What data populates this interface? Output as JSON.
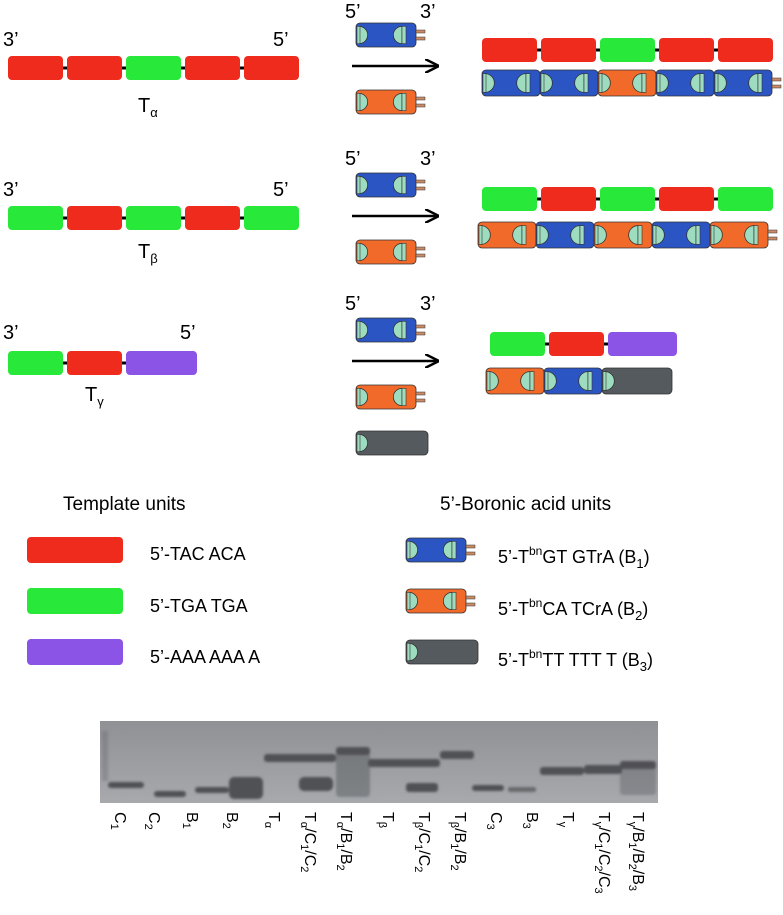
{
  "colors": {
    "red": "#ef2b1d",
    "green": "#28e83a",
    "purple": "#8b53e6",
    "blue": "#2c55c4",
    "orange": "#f26a2a",
    "dark": "#555a5f",
    "cap": "#9edcbf",
    "pin": "#c98a66",
    "gel_bg": "#9c9ea2",
    "band": "#5b5d61"
  },
  "templates": [
    {
      "id": "alpha",
      "prime3": "3’",
      "prime5": "5’",
      "label_main": "T",
      "label_sub": "α"
    },
    {
      "id": "beta",
      "prime3": "3’",
      "prime5": "5’",
      "label_main": "T",
      "label_sub": "β"
    },
    {
      "id": "gamma",
      "prime3": "3’",
      "prime5": "5’",
      "label_main": "T",
      "label_sub": "γ"
    }
  ],
  "reaction_primes": [
    {
      "p5": "5’",
      "p3": "3’"
    },
    {
      "p5": "5’",
      "p3": "3’"
    },
    {
      "p5": "5’",
      "p3": "3’"
    }
  ],
  "legend": {
    "template_title": "Template units",
    "boronic_title": "5’-Boronic acid units",
    "template_units": [
      {
        "color": "red",
        "text": "5’-TAC ACA"
      },
      {
        "color": "green",
        "text": "5’-TGA TGA"
      },
      {
        "color": "purple",
        "text": "5’-AAA AAA A"
      }
    ],
    "boronic_units": [
      {
        "color": "blue",
        "pre": "5’-T",
        "sup": "bn",
        "mid": "GT GTrA (B",
        "sub": "1",
        "post": ")"
      },
      {
        "color": "orange",
        "pre": "5’-T",
        "sup": "bn",
        "mid": "CA TCrA (B",
        "sub": "2",
        "post": ")"
      },
      {
        "color": "dark",
        "pre": "5’-T",
        "sup": "bn",
        "mid": "TT TTT T (B",
        "sub": "3",
        "post": ")"
      }
    ]
  },
  "gel_lanes": [
    "C1",
    "C2",
    "B1",
    "B2",
    "Tα",
    "Tα/C1/C2",
    "Tα/B1/B2",
    "Tβ",
    "Tβ/C1/C2",
    "Tβ/B1/B2",
    "C3",
    "B3",
    "Tγ",
    "Tγ/C1/C2/C3",
    "Tγ/B1/B2/B3"
  ]
}
